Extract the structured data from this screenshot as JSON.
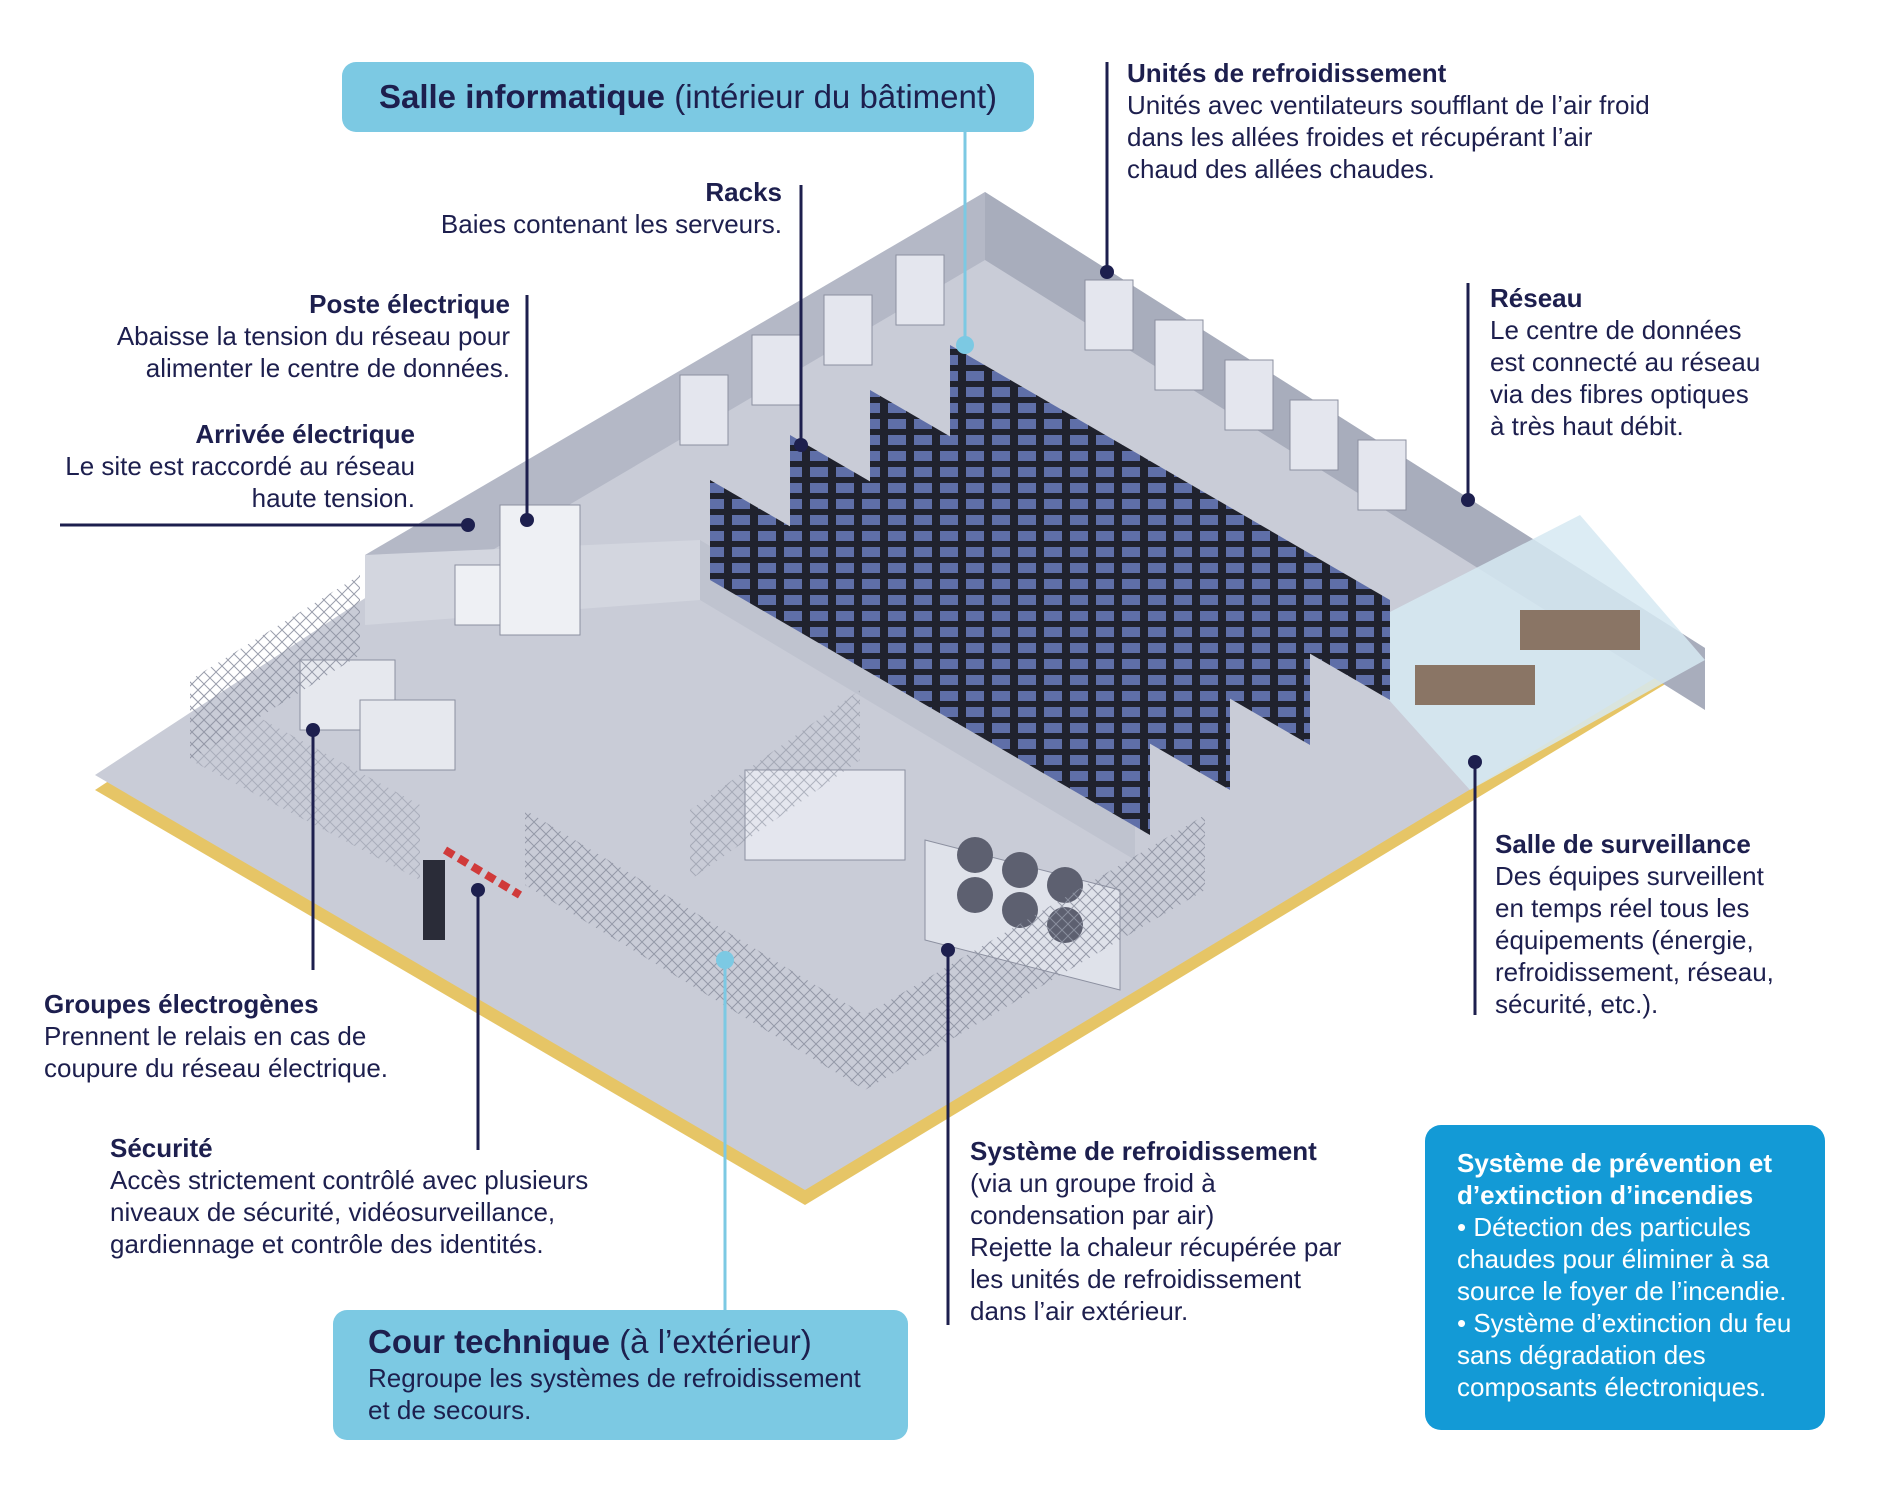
{
  "colors": {
    "navy": "#1d1f4e",
    "light_blue": "#7cc9e3",
    "fire_blue": "#139ad6",
    "floor": "#c9ccd7",
    "wall": "#b4b8c6",
    "floor_edge": "#e6c566",
    "rack": "#20222e",
    "rack_screen": "#5f6fa8"
  },
  "salle": {
    "title_bold": "Salle informatique",
    "title_rest": "(intérieur du bâtiment)"
  },
  "cour": {
    "title_bold": "Cour technique",
    "title_rest": "(à l’extérieur)",
    "desc": "Regroupe les systèmes de refroidissement\net de secours."
  },
  "labels": {
    "racks": {
      "title": "Racks",
      "desc": "Baies contenant les serveurs."
    },
    "unites": {
      "title": "Unités de refroidissement",
      "desc": "Unités avec ventilateurs soufflant de l’air froid\ndans les allées froides et récupérant l’air\nchaud des allées chaudes."
    },
    "poste": {
      "title": "Poste électrique",
      "desc": "Abaisse la tension du réseau pour\nalimenter le centre de données."
    },
    "arrivee": {
      "title": "Arrivée électrique",
      "desc": "Le site est raccordé au réseau\nhaute tension."
    },
    "reseau": {
      "title": "Réseau",
      "desc": "Le centre de données\nest connecté au réseau\nvia des fibres optiques\nà très haut débit."
    },
    "surveillance": {
      "title": "Salle de surveillance",
      "desc": "Des équipes surveillent\nen temps réel tous les\néquipements (énergie,\nrefroidissement, réseau,\nsécurité, etc.)."
    },
    "groupes": {
      "title": "Groupes électrogènes",
      "desc": "Prennent le relais en cas de\ncoupure du réseau électrique."
    },
    "securite": {
      "title": "Sécurité",
      "desc": "Accès strictement contrôlé avec plusieurs\nniveaux de sécurité, vidéosurveillance,\ngardiennage et contrôle des identités."
    },
    "systeme": {
      "title": "Système de refroidissement",
      "desc": "(via un groupe froid à\ncondensation par air)\nRejette la chaleur récupérée par\nles unités de refroidissement\ndans l’air extérieur."
    }
  },
  "fire": {
    "title": "Système de prévention et\nd’extinction d’incendies",
    "desc": "• Détection des particules\nchaudes pour éliminer à sa\nsource le foyer de l’incendie.\n• Système d’extinction du feu\nsans dégradation des\ncomposants électroniques."
  }
}
